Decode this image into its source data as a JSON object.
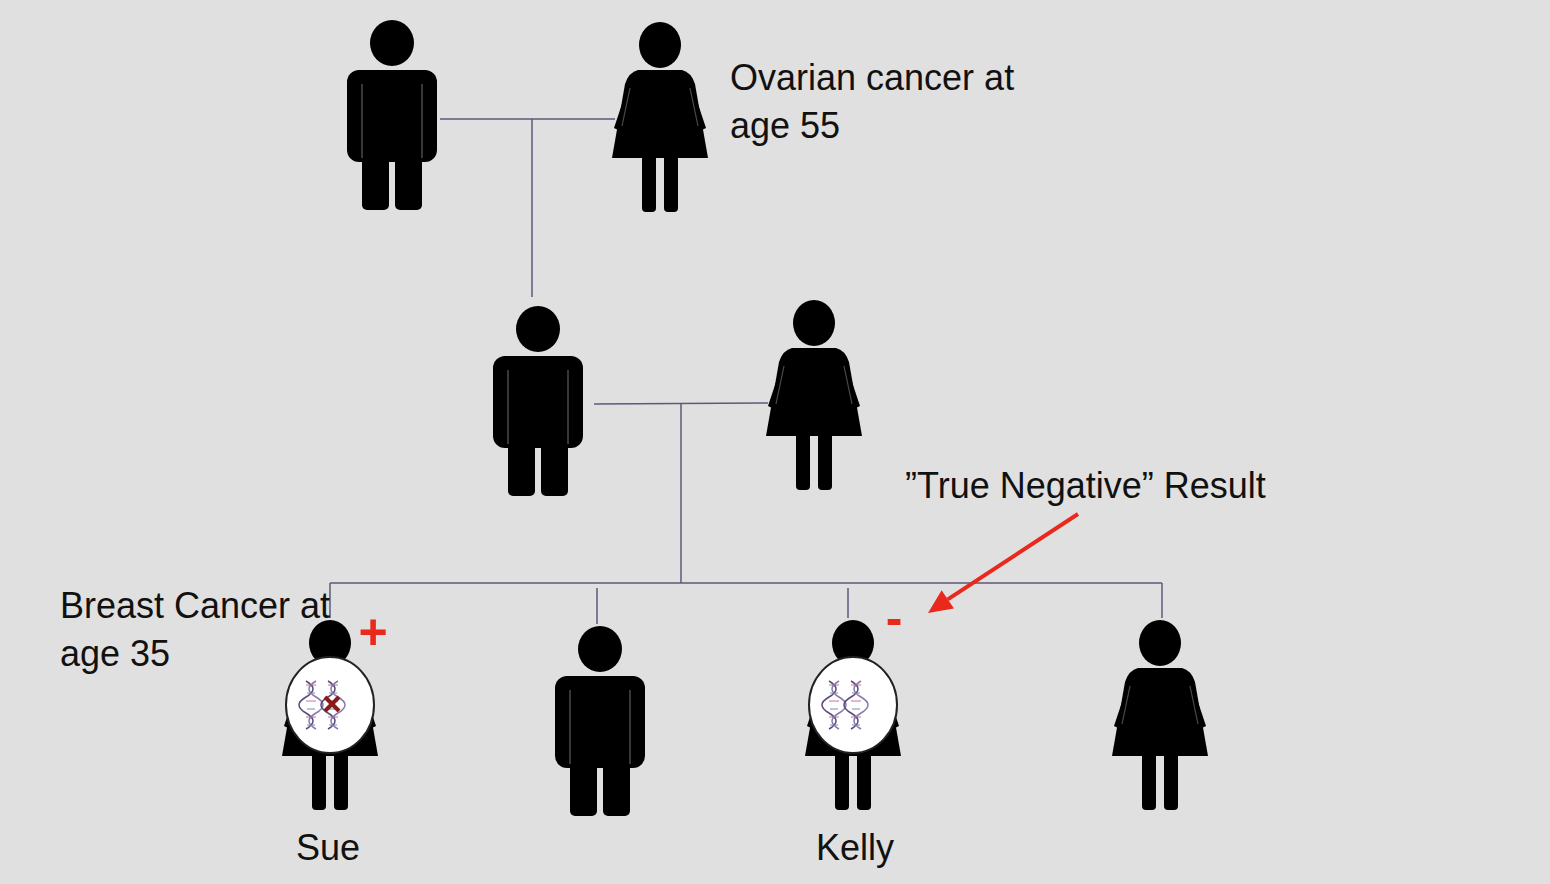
{
  "diagram": {
    "labels": [
      "Ovarian cancer at age 55",
      "”True Negative” Result",
      "Breast Cancer at age 35",
      "+",
      "-",
      "Sue",
      "Kelly"
    ]
  }
}
